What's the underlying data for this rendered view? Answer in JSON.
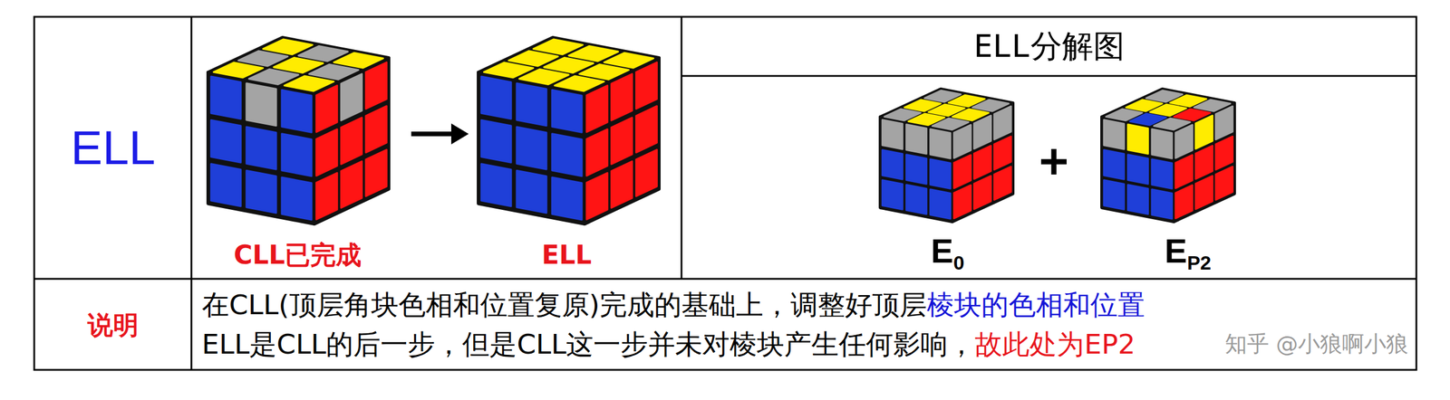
{
  "diagram": {
    "labels": [
      "ELL",
      "CLL已完成",
      "ELL",
      "ELL分解图",
      "E",
      "0",
      "E",
      "P2",
      "说明",
      "在CLL(顶层角块色相和位置复原)完成的基础上，调整好顶层",
      "棱块的色相和位置",
      "ELL是CLL的后一步，但是CLL这一步并未对棱块产生任何影响，",
      "故此处为EP2",
      "知乎 @小狼啊小狼"
    ]
  }
}
